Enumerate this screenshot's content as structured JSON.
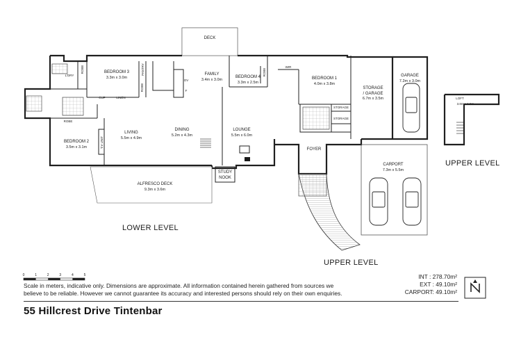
{
  "rooms": {
    "deck": {
      "name": "DECK"
    },
    "ldry": {
      "name": "L'DRY"
    },
    "robe1": {
      "name": "ROBE"
    },
    "bed3": {
      "name": "BEDROOM 3",
      "dim": "3.3m x 3.0m"
    },
    "pantry": {
      "name": "PANTRY"
    },
    "robe2": {
      "name": "ROBE"
    },
    "cup": {
      "name": "CUP"
    },
    "linen": {
      "name": "LINEN"
    },
    "ov": {
      "name": "OV"
    },
    "fridge": {
      "name": "F"
    },
    "family": {
      "name": "FAMILY",
      "dim": "3.4m x 3.0m"
    },
    "bed4": {
      "name": "BEDROOM 4",
      "dim": "3.3m x 2.5m"
    },
    "robe3": {
      "name": "ROBE"
    },
    "wir": {
      "name": "WIR"
    },
    "bed1": {
      "name": "BEDROOM 1",
      "dim": "4.0m x 3.8m"
    },
    "storage_garage": {
      "name1": "STORAGE",
      "name2": "/ GARAGE",
      "dim": "6.7m x 3.5m"
    },
    "garage": {
      "name": "GARAGE",
      "dim": "7.2m x 3.0m"
    },
    "storage1": {
      "name": "STORAGE"
    },
    "storage2": {
      "name": "STORAGE"
    },
    "robe4": {
      "name": "ROBE"
    },
    "bed2": {
      "name": "BEDROOM 2",
      "dim": "3.5m x 3.1m"
    },
    "tv_unit": {
      "name": "T.V UNIT"
    },
    "living": {
      "name": "LIVING",
      "dim": "5.5m x 4.9m"
    },
    "dining": {
      "name": "DINING",
      "dim": "5.2m x 4.3m"
    },
    "lounge": {
      "name": "LOUNGE",
      "dim": "5.5m x 6.0m"
    },
    "foyer": {
      "name": "FOYER"
    },
    "study": {
      "name1": "STUDY",
      "name2": "NOOK"
    },
    "alfresco": {
      "name": "ALFRESCO DECK",
      "dim": "9.3m x 3.6m"
    },
    "carport": {
      "name": "CARPORT",
      "dim": "7.3m x 5.5m"
    },
    "loft": {
      "name": "LOFT",
      "dim": "3.8m x 1.5m"
    }
  },
  "levels": {
    "lower": "LOWER LEVEL",
    "upper_main": "UPPER LEVEL",
    "upper_loft": "UPPER LEVEL"
  },
  "scale": {
    "ticks": [
      "0",
      "1",
      "2",
      "3",
      "4",
      "5"
    ]
  },
  "disclaimer": {
    "line1": "Scale in meters, indicative only. Dimensions are approximate. All information contained herein gathered from sources we",
    "line2": "believe to be reliable. However we cannot guarantee its accuracy and interested persons should rely on their own enquiries."
  },
  "areas": {
    "int": "INT : 278.70m²",
    "ext": "EXT : 49.10m²",
    "carport": "CARPORT: 49.10m²"
  },
  "address": "55 Hillcrest Drive Tintenbar",
  "compass_icon": "north-arrow-icon"
}
